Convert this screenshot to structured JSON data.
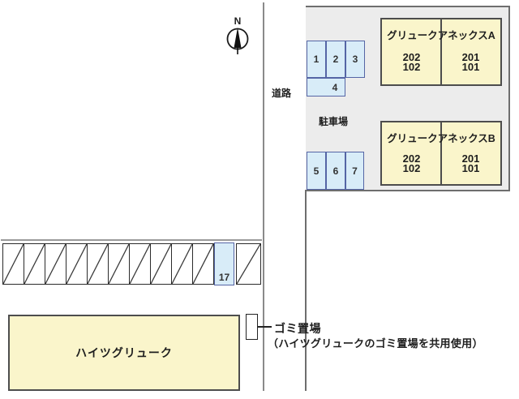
{
  "compass": {
    "label": "N"
  },
  "labels": {
    "road": "道路",
    "parking_area": "駐車場"
  },
  "site": {
    "parking_spaces": [
      "1",
      "2",
      "3",
      "4",
      "5",
      "6",
      "7"
    ],
    "buildings": {
      "annex_a": {
        "title": "グリュークアネックスA",
        "units_left": [
          "202",
          "102"
        ],
        "units_right": [
          "201",
          "101"
        ]
      },
      "annex_b": {
        "title": "グリュークアネックスB",
        "units_left": [
          "202",
          "102"
        ],
        "units_right": [
          "201",
          "101"
        ]
      }
    }
  },
  "stall_row": {
    "highlighted_stall": "17",
    "hatched_stall_count": 11
  },
  "haitsu": {
    "title": "ハイツグリューク"
  },
  "garbage": {
    "label": "ゴミ置場",
    "note": "（ハイツグリュークのゴミ置場を共用使用）"
  },
  "colors": {
    "building_fill": "#FAF5CB",
    "space_fill": "#D8ECF8",
    "space_border": "#5565A5",
    "site_fill": "#ECECEC",
    "line_gray": "#8A8A8A"
  }
}
